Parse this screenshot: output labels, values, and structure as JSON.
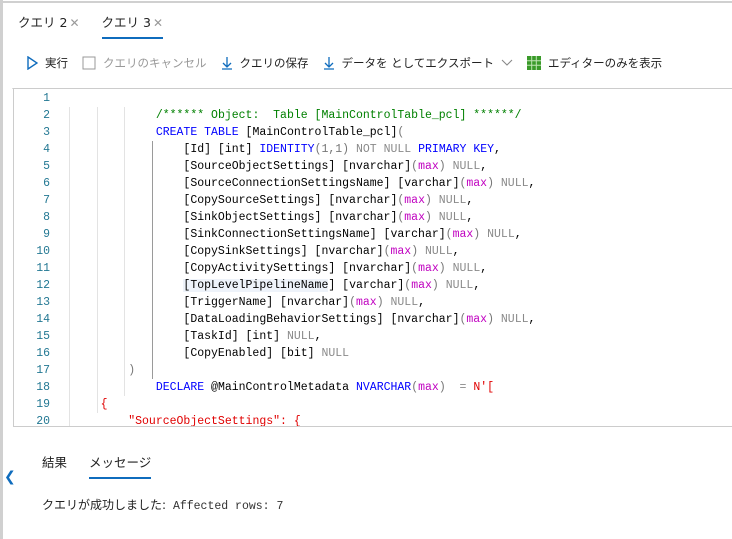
{
  "tabs": [
    {
      "label": "クエリ 2",
      "active": false
    },
    {
      "label": "クエリ 3",
      "active": true
    }
  ],
  "toolbar": {
    "run": "実行",
    "cancel": "クエリのキャンセル",
    "save": "クエリの保存",
    "export": "データを としてエクスポート",
    "editor_only": "エディターのみを表示"
  },
  "colors": {
    "accent": "#0f6cbd",
    "comment": "#008000",
    "keyword": "#0000ff",
    "string": "#e00000",
    "function": "#c000c0"
  },
  "editor": {
    "lines": [
      [],
      [
        [
          "            ",
          "p"
        ],
        [
          "/****** Object:  Table [MainControlTable_pcl] ******/",
          "c"
        ]
      ],
      [
        [
          "            ",
          "p"
        ],
        [
          "CREATE TABLE ",
          "k"
        ],
        [
          "[MainControlTable_pcl]",
          "p"
        ],
        [
          "(",
          "pr"
        ]
      ],
      [
        [
          "                ",
          "p"
        ],
        [
          "[Id] [int] ",
          "p"
        ],
        [
          "IDENTITY",
          "k"
        ],
        [
          "(1,1) ",
          "pr"
        ],
        [
          "NOT NULL ",
          "g"
        ],
        [
          "PRIMARY KEY",
          "k"
        ],
        [
          ",",
          "p"
        ]
      ],
      [
        [
          "                ",
          "p"
        ],
        [
          "[SourceObjectSettings] [nvarchar]",
          "p"
        ],
        [
          "(",
          "pr"
        ],
        [
          "max",
          "m"
        ],
        [
          ") ",
          "pr"
        ],
        [
          "NULL",
          "g"
        ],
        [
          ",",
          "p"
        ]
      ],
      [
        [
          "                ",
          "p"
        ],
        [
          "[SourceConnectionSettingsName] [varchar]",
          "p"
        ],
        [
          "(",
          "pr"
        ],
        [
          "max",
          "m"
        ],
        [
          ") ",
          "pr"
        ],
        [
          "NULL",
          "g"
        ],
        [
          ",",
          "p"
        ]
      ],
      [
        [
          "                ",
          "p"
        ],
        [
          "[CopySourceSettings] [nvarchar]",
          "p"
        ],
        [
          "(",
          "pr"
        ],
        [
          "max",
          "m"
        ],
        [
          ") ",
          "pr"
        ],
        [
          "NULL",
          "g"
        ],
        [
          ",",
          "p"
        ]
      ],
      [
        [
          "                ",
          "p"
        ],
        [
          "[SinkObjectSettings] [nvarchar]",
          "p"
        ],
        [
          "(",
          "pr"
        ],
        [
          "max",
          "m"
        ],
        [
          ") ",
          "pr"
        ],
        [
          "NULL",
          "g"
        ],
        [
          ",",
          "p"
        ]
      ],
      [
        [
          "                ",
          "p"
        ],
        [
          "[SinkConnectionSettingsName] [varchar]",
          "p"
        ],
        [
          "(",
          "pr"
        ],
        [
          "max",
          "m"
        ],
        [
          ") ",
          "pr"
        ],
        [
          "NULL",
          "g"
        ],
        [
          ",",
          "p"
        ]
      ],
      [
        [
          "                ",
          "p"
        ],
        [
          "[CopySinkSettings] [nvarchar]",
          "p"
        ],
        [
          "(",
          "pr"
        ],
        [
          "max",
          "m"
        ],
        [
          ") ",
          "pr"
        ],
        [
          "NULL",
          "g"
        ],
        [
          ",",
          "p"
        ]
      ],
      [
        [
          "                ",
          "p"
        ],
        [
          "[CopyActivitySettings] [nvarchar]",
          "p"
        ],
        [
          "(",
          "pr"
        ],
        [
          "max",
          "m"
        ],
        [
          ") ",
          "pr"
        ],
        [
          "NULL",
          "g"
        ],
        [
          ",",
          "p"
        ]
      ],
      [
        [
          "                ",
          "p"
        ],
        [
          "[TopLevelPipelineName] [varchar]",
          "p"
        ],
        [
          "(",
          "pr"
        ],
        [
          "max",
          "m"
        ],
        [
          ") ",
          "pr"
        ],
        [
          "NULL",
          "g"
        ],
        [
          ",",
          "p"
        ]
      ],
      [
        [
          "                ",
          "p"
        ],
        [
          "[TriggerName] [nvarchar]",
          "p"
        ],
        [
          "(",
          "pr"
        ],
        [
          "max",
          "m"
        ],
        [
          ") ",
          "pr"
        ],
        [
          "NULL",
          "g"
        ],
        [
          ",",
          "p"
        ]
      ],
      [
        [
          "                ",
          "p"
        ],
        [
          "[DataLoadingBehaviorSettings] [nvarchar]",
          "p"
        ],
        [
          "(",
          "pr"
        ],
        [
          "max",
          "m"
        ],
        [
          ") ",
          "pr"
        ],
        [
          "NULL",
          "g"
        ],
        [
          ",",
          "p"
        ]
      ],
      [
        [
          "                ",
          "p"
        ],
        [
          "[TaskId] [int] ",
          "p"
        ],
        [
          "NULL",
          "g"
        ],
        [
          ",",
          "p"
        ]
      ],
      [
        [
          "                ",
          "p"
        ],
        [
          "[CopyEnabled] [bit] ",
          "p"
        ],
        [
          "NULL",
          "g"
        ]
      ],
      [
        [
          "        ",
          "p"
        ],
        [
          ")",
          "pr"
        ]
      ],
      [
        [
          "            ",
          "p"
        ],
        [
          "DECLARE ",
          "k"
        ],
        [
          "@MainControlMetadata ",
          "p"
        ],
        [
          "NVARCHAR",
          "k"
        ],
        [
          "(",
          "pr"
        ],
        [
          "max",
          "m"
        ],
        [
          ")  ",
          "pr"
        ],
        [
          "= ",
          "g"
        ],
        [
          "N'[",
          "r"
        ]
      ],
      [
        [
          "    ",
          "p"
        ],
        [
          "{",
          "r"
        ]
      ],
      [
        [
          "        ",
          "p"
        ],
        [
          "\"SourceObjectSettings\": {",
          "r"
        ]
      ]
    ]
  },
  "results": {
    "tabs": [
      {
        "label": "結果",
        "active": false
      },
      {
        "label": "メッセージ",
        "active": true
      }
    ],
    "message_prefix": "クエリが成功しました:",
    "message_detail": " Affected rows: 7"
  }
}
